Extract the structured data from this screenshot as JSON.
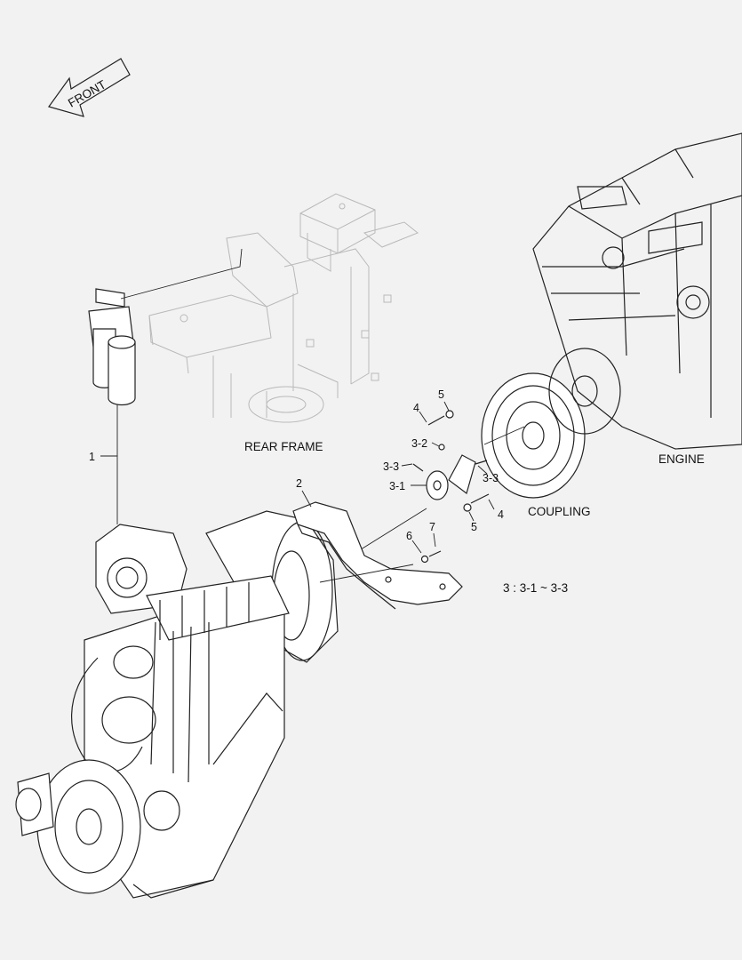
{
  "front_arrow": {
    "label": "FRONT",
    "icon": "front-direction-arrow"
  },
  "assemblies": {
    "rear_frame": "REAR FRAME",
    "engine": "ENGINE",
    "coupling": "COUPLING"
  },
  "callouts": {
    "c1": "1",
    "c2": "2",
    "c3_1": "3-1",
    "c3_2": "3-2",
    "c3_3_left": "3-3",
    "c3_3_right": "3-3",
    "c4_top": "4",
    "c4_bottom": "4",
    "c5_top": "5",
    "c5_bottom": "5",
    "c6": "6",
    "c7": "7"
  },
  "note": "3 : 3-1 ~ 3-3",
  "colors": {
    "background": "#f2f2f2",
    "line": "#222222",
    "ghost": "#b9b9b9"
  }
}
